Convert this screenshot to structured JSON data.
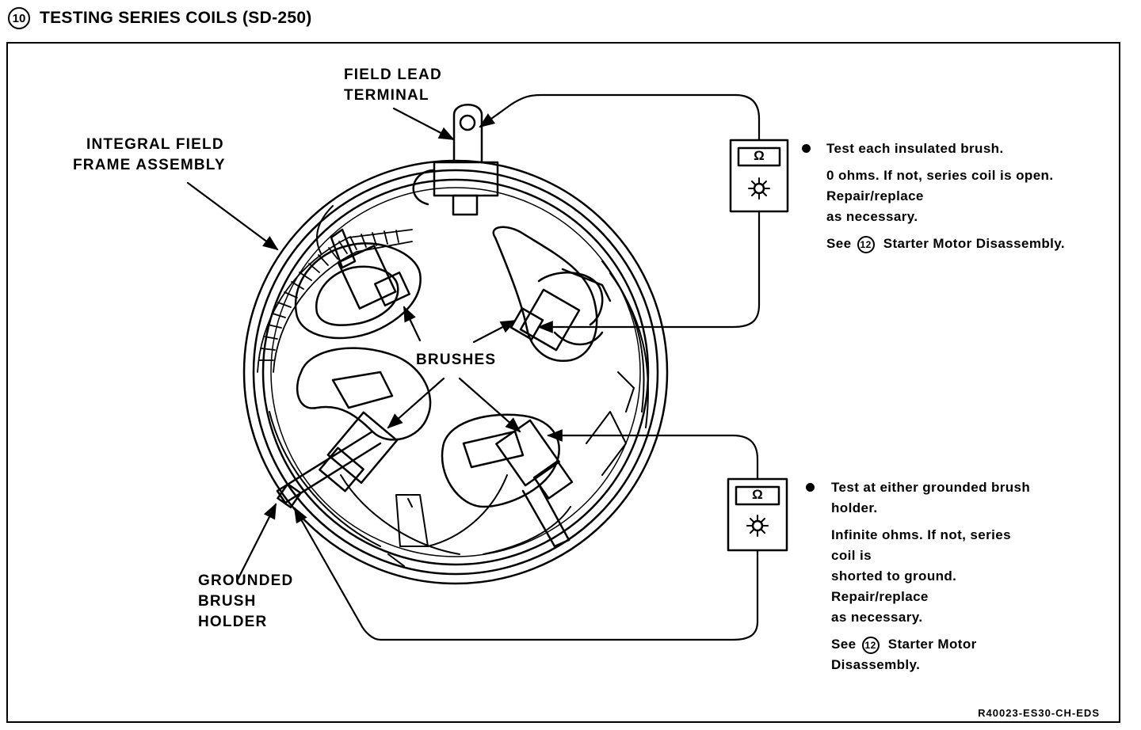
{
  "header": {
    "number": "10",
    "title": "TESTING SERIES COILS (SD-250)"
  },
  "labels": {
    "field_lead_line1": "FIELD LEAD",
    "field_lead_line2": "TERMINAL",
    "integral_line1": "INTEGRAL FIELD",
    "integral_line2": "FRAME ASSEMBLY",
    "brushes": "BRUSHES",
    "grounded_line1": "GROUNDED",
    "grounded_line2": "BRUSH",
    "grounded_line3": "HOLDER"
  },
  "meter_symbol": "Ω",
  "note1": {
    "line1": "Test each insulated brush.",
    "line2": "0 ohms. If not, series coil is open.",
    "line3": "Repair/replace",
    "line4": "as necessary.",
    "see_prefix": "See",
    "see_num": "12",
    "see_text": "Starter Motor  Disassembly."
  },
  "note2": {
    "line1": "Test at either grounded brush",
    "line2": "holder.",
    "line3": "Infinite ohms. If not, series",
    "line4": "coil is",
    "line5": "shorted to ground.",
    "line6": "Repair/replace",
    "line7": "as necessary.",
    "see_prefix": "See",
    "see_num": "12",
    "see_text": "Starter Motor",
    "see_text2": "Disassembly."
  },
  "figure_code": "R40023-ES30-CH-EDS"
}
